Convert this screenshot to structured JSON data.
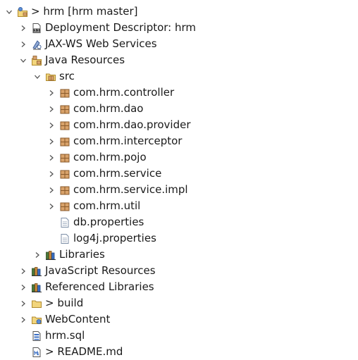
{
  "tree": {
    "root": {
      "label": "> hrm [hrm master]"
    },
    "deployment_descriptor": {
      "label": "Deployment Descriptor: hrm"
    },
    "jaxws": {
      "label": "JAX-WS Web Services"
    },
    "java_resources": {
      "label": "Java Resources"
    },
    "src": {
      "label": "src"
    },
    "packages": [
      {
        "label": "com.hrm.controller"
      },
      {
        "label": "com.hrm.dao"
      },
      {
        "label": "com.hrm.dao.provider"
      },
      {
        "label": "com.hrm.interceptor"
      },
      {
        "label": "com.hrm.pojo"
      },
      {
        "label": "com.hrm.service"
      },
      {
        "label": "com.hrm.service.impl"
      },
      {
        "label": "com.hrm.util"
      }
    ],
    "files_src": [
      {
        "label": "db.properties"
      },
      {
        "label": "log4j.properties"
      }
    ],
    "libraries": {
      "label": "Libraries"
    },
    "javascript_resources": {
      "label": "JavaScript Resources"
    },
    "referenced_libraries": {
      "label": "Referenced Libraries"
    },
    "build": {
      "label": "> build"
    },
    "webcontent": {
      "label": "WebContent"
    },
    "hrm_sql": {
      "label": "hrm.sql"
    },
    "readme": {
      "label": "> README.md"
    }
  },
  "icons": {
    "project": "project-icon",
    "deployment": "deployment-descriptor-icon",
    "web_services": "web-services-icon",
    "java_resources": "java-resources-icon",
    "source_folder": "source-folder-icon",
    "package": "package-icon",
    "properties_file": "properties-file-icon",
    "library": "library-icon",
    "folder": "folder-icon",
    "sql_file": "sql-file-icon",
    "markdown_file": "markdown-file-icon"
  },
  "colors": {
    "text": "#1a1a1a",
    "chevron": "#555555",
    "package_brown": "#b07a3f",
    "folder_yellow": "#e9c46a",
    "accent_blue": "#3b6fc4"
  }
}
